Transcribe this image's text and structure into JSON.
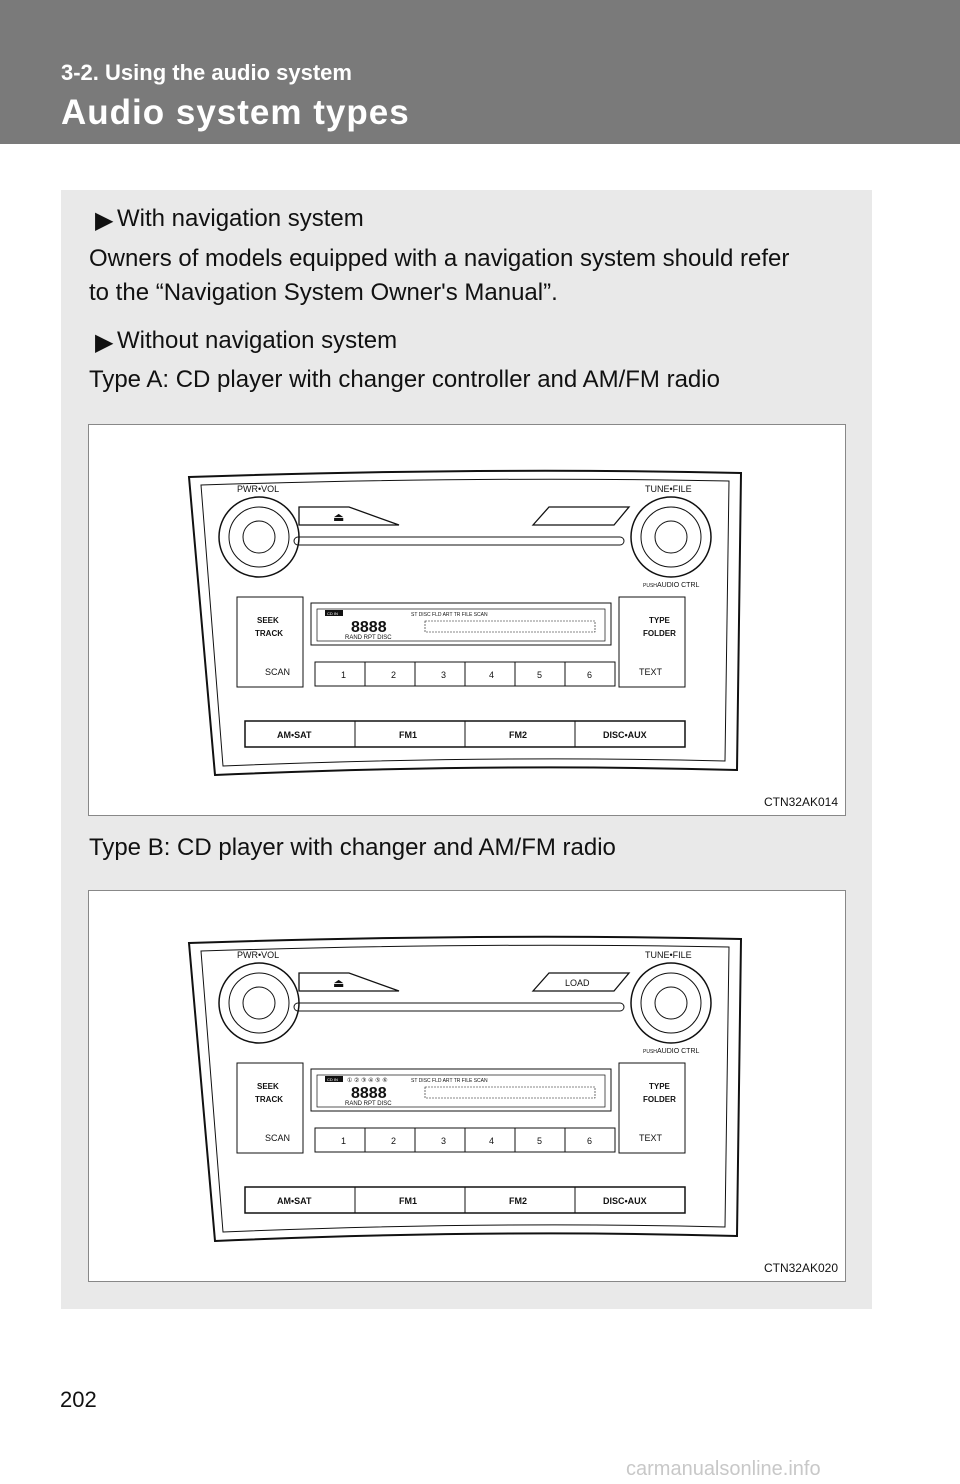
{
  "header": {
    "section": "3-2. Using the audio system",
    "title": "Audio system types"
  },
  "content": {
    "item1_heading": "With navigation system",
    "item1_text_line1": "Owners of models equipped with a navigation system should refer",
    "item1_text_line2": "to the “Navigation System Owner's Manual”.",
    "item2_heading": "Without navigation system",
    "type_a": "Type A: CD player with changer controller and AM/FM radio",
    "type_b": "Type B: CD player with changer and AM/FM radio"
  },
  "figure_a": {
    "code": "CTN32AK014",
    "pwr_vol": "PWR•VOL",
    "tune_file": "TUNE•FILE",
    "push": "PUSH",
    "audio_ctrl": "AUDIO CTRL",
    "seek": "SEEK",
    "track": "TRACK",
    "type": "TYPE",
    "folder": "FOLDER",
    "scan": "SCAN",
    "text": "TEXT",
    "presets": [
      "1",
      "2",
      "3",
      "4",
      "5",
      "6"
    ],
    "bands": [
      "AM•SAT",
      "FM1",
      "FM2",
      "DISC•AUX"
    ],
    "lcd_top": "ST  DISC     FLD  ART  TR  FILE              SCAN",
    "lcd_bottom": "RAND     RPT              DISC",
    "cd_in": "CD IN"
  },
  "figure_b": {
    "code": "CTN32AK020",
    "load": "LOAD",
    "pwr_vol": "PWR•VOL",
    "tune_file": "TUNE•FILE",
    "push": "PUSH",
    "audio_ctrl": "AUDIO CTRL",
    "seek": "SEEK",
    "track": "TRACK",
    "type": "TYPE",
    "folder": "FOLDER",
    "scan": "SCAN",
    "text": "TEXT",
    "presets": [
      "1",
      "2",
      "3",
      "4",
      "5",
      "6"
    ],
    "bands": [
      "AM•SAT",
      "FM1",
      "FM2",
      "DISC•AUX"
    ],
    "lcd_top": "ST  DISC     FLD  ART  TR  FILE              SCAN",
    "lcd_bottom": "RAND     RPT              DISC",
    "cd_in": "CD IN"
  },
  "page_number": "202",
  "watermark": "carmanualsonline.info"
}
